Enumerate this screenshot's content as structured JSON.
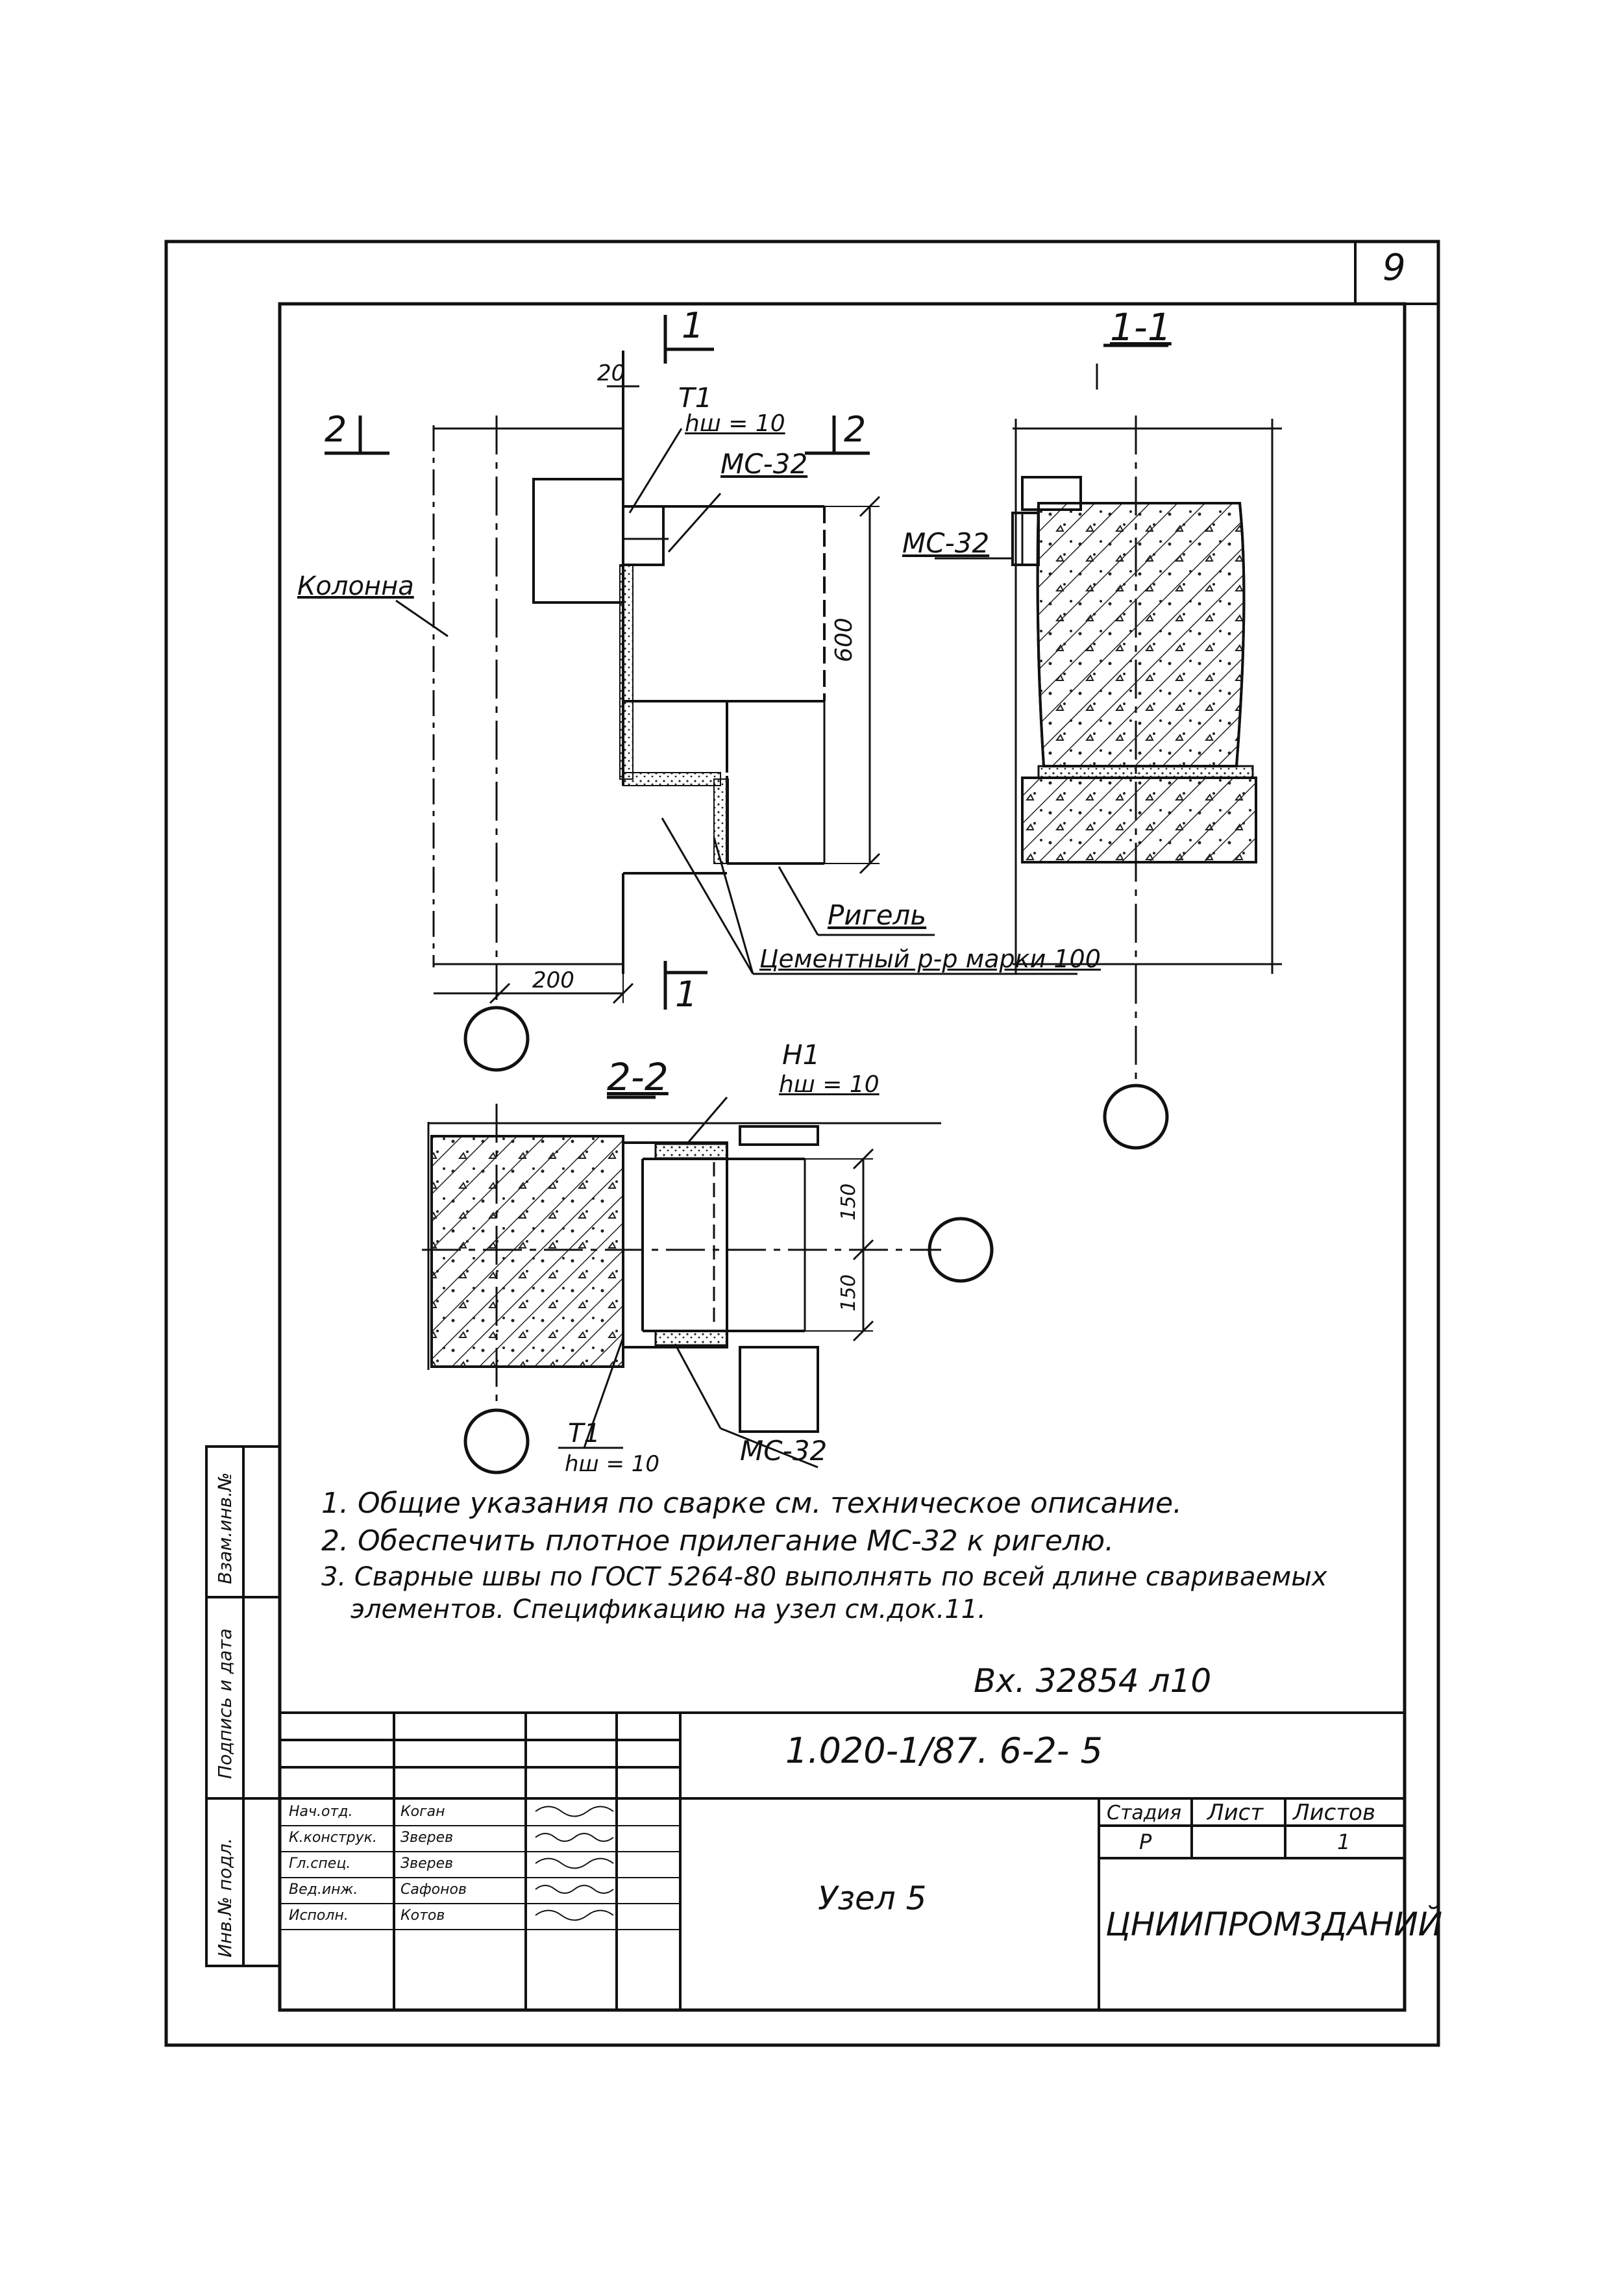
{
  "sheet_number": "9",
  "views": {
    "section_1_1": "1-1",
    "section_2_2": "2-2"
  },
  "cut_marks": {
    "one_top": "1",
    "one_bottom": "1",
    "two_left": "2",
    "two_right": "2"
  },
  "labels": {
    "dim_20": "20",
    "t1_top": "T1",
    "hw_top": "hш = 10",
    "ms32_main": "MC-32",
    "ms32_section": "MC-32",
    "column": "Колонна",
    "dim_600": "600",
    "rigel": "Ригель",
    "cement": "Цементный р-р марки 100",
    "dim_200": "200",
    "h1": "Н1",
    "hw_h1": "hш = 10",
    "dim_150_top": "150",
    "dim_150_bottom": "150",
    "t1_bottom": "T1",
    "hw_bottom": "hш = 10",
    "ms32_bottom": "MC-32"
  },
  "notes": [
    "1. Общие указания по сварке см. техническое описание.",
    "2. Обеспечить плотное прилегание MC-32 к ригелю.",
    "3. Сварные швы по ГОСТ 5264-80 выполнять по всей длине свариваемых",
    "элементов. Спецификацию на узел см.док.11."
  ],
  "inventory": "Вх. 32854 л10",
  "title_block": {
    "designation": "1.020-1/87. 6-2- 5",
    "title": "Узел 5",
    "stage_header": "Стадия",
    "sheet_header": "Лист",
    "sheets_header": "Листов",
    "stage_value": "Р",
    "sheets_value": "1",
    "organization": "ЦНИИПРОМЗДАНИЙ",
    "roles": [
      "Нач.отд.",
      "К.конструк.",
      "Гл.спец.",
      "Вед.инж.",
      "Исполн."
    ],
    "names": [
      "Коган",
      "Зверев",
      "Зверев",
      "Сафонов",
      "Котов"
    ]
  },
  "side_stamp": {
    "col1": "Инв.№ подл.",
    "col2": "Подпись и дата",
    "col3": "Взам.инв.№"
  }
}
